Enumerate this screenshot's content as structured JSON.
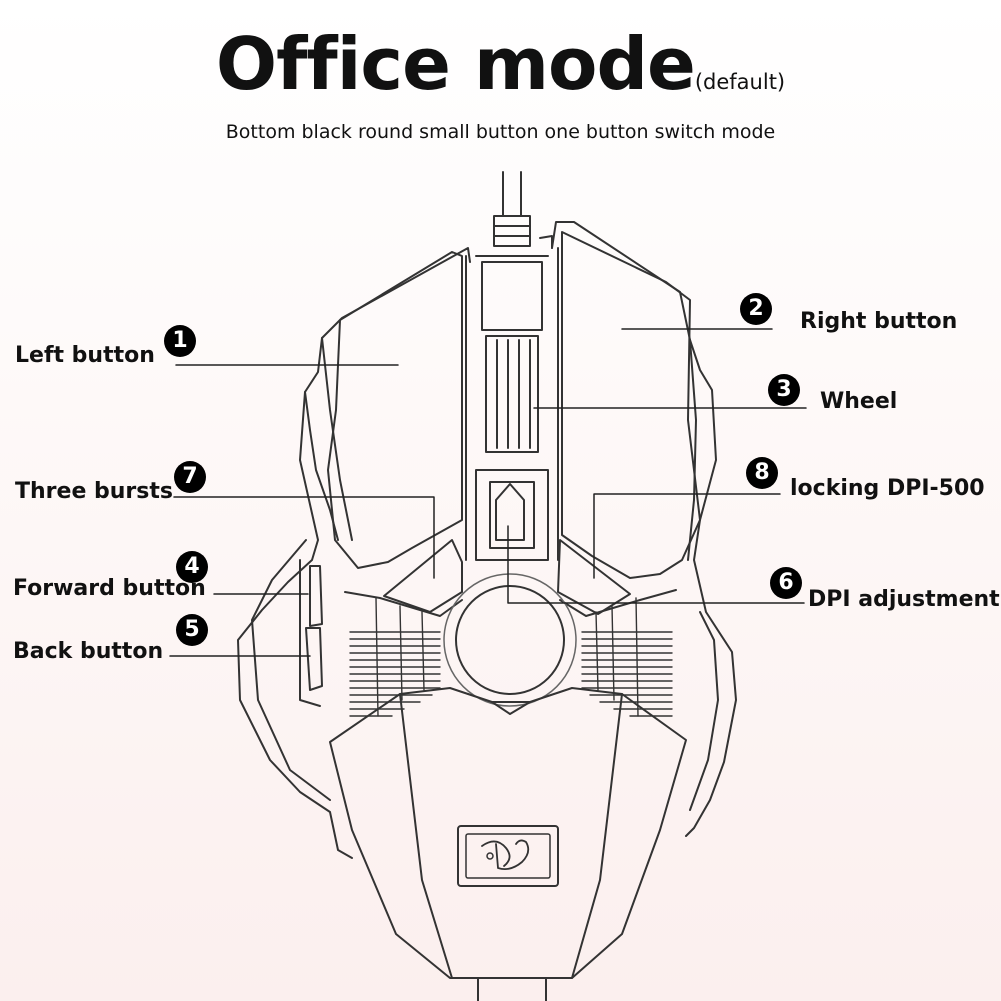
{
  "header": {
    "title": "Office mode",
    "title_suffix": "(default)",
    "subtitle": "Bottom black round small button one button switch mode"
  },
  "callouts": [
    {
      "num": "1",
      "label": "Left button"
    },
    {
      "num": "2",
      "label": "Right button"
    },
    {
      "num": "3",
      "label": "Wheel"
    },
    {
      "num": "4",
      "label": "Forward button"
    },
    {
      "num": "5",
      "label": "Back button"
    },
    {
      "num": "6",
      "label": "DPI adjustment"
    },
    {
      "num": "7",
      "label": "Three bursts"
    },
    {
      "num": "8",
      "label": "locking DPI-500"
    }
  ],
  "colors": {
    "line": "#333333",
    "badge": "#000000"
  }
}
